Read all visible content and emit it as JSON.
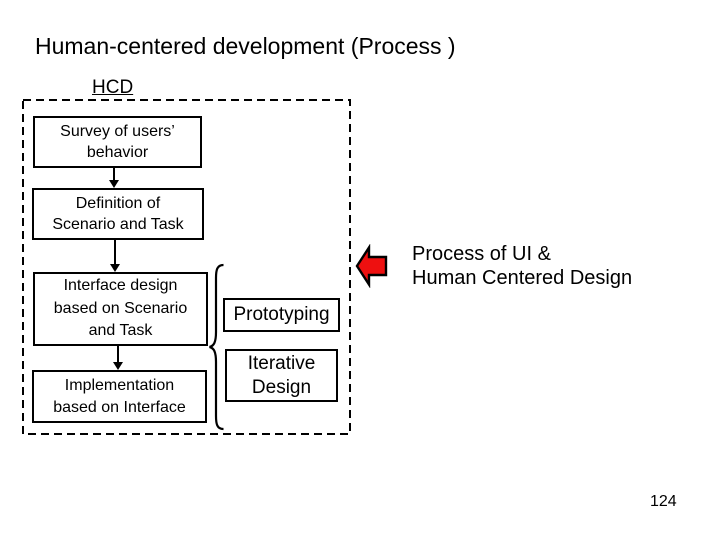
{
  "slide": {
    "title": "Human-centered development (Process )",
    "page_number": "124",
    "background_color": "#FFFFFF",
    "text_color": "#000000"
  },
  "hcd": {
    "label": "HCD",
    "flow_boxes": [
      {
        "lines": [
          "Survey of users’",
          "behavior"
        ]
      },
      {
        "lines": [
          "Definition of",
          "Scenario and Task"
        ]
      },
      {
        "lines": [
          "Interface design",
          "based on Scenario",
          "and Task"
        ]
      },
      {
        "lines": [
          "Implementation",
          "based on Interface"
        ]
      }
    ],
    "side_boxes": [
      {
        "lines": [
          "Prototyping"
        ]
      },
      {
        "lines": [
          "Iterative",
          "Design"
        ]
      }
    ]
  },
  "annotation": {
    "lines": [
      "Process of UI &",
      "Human Centered Design"
    ],
    "arrow_color": "#EE1010"
  }
}
